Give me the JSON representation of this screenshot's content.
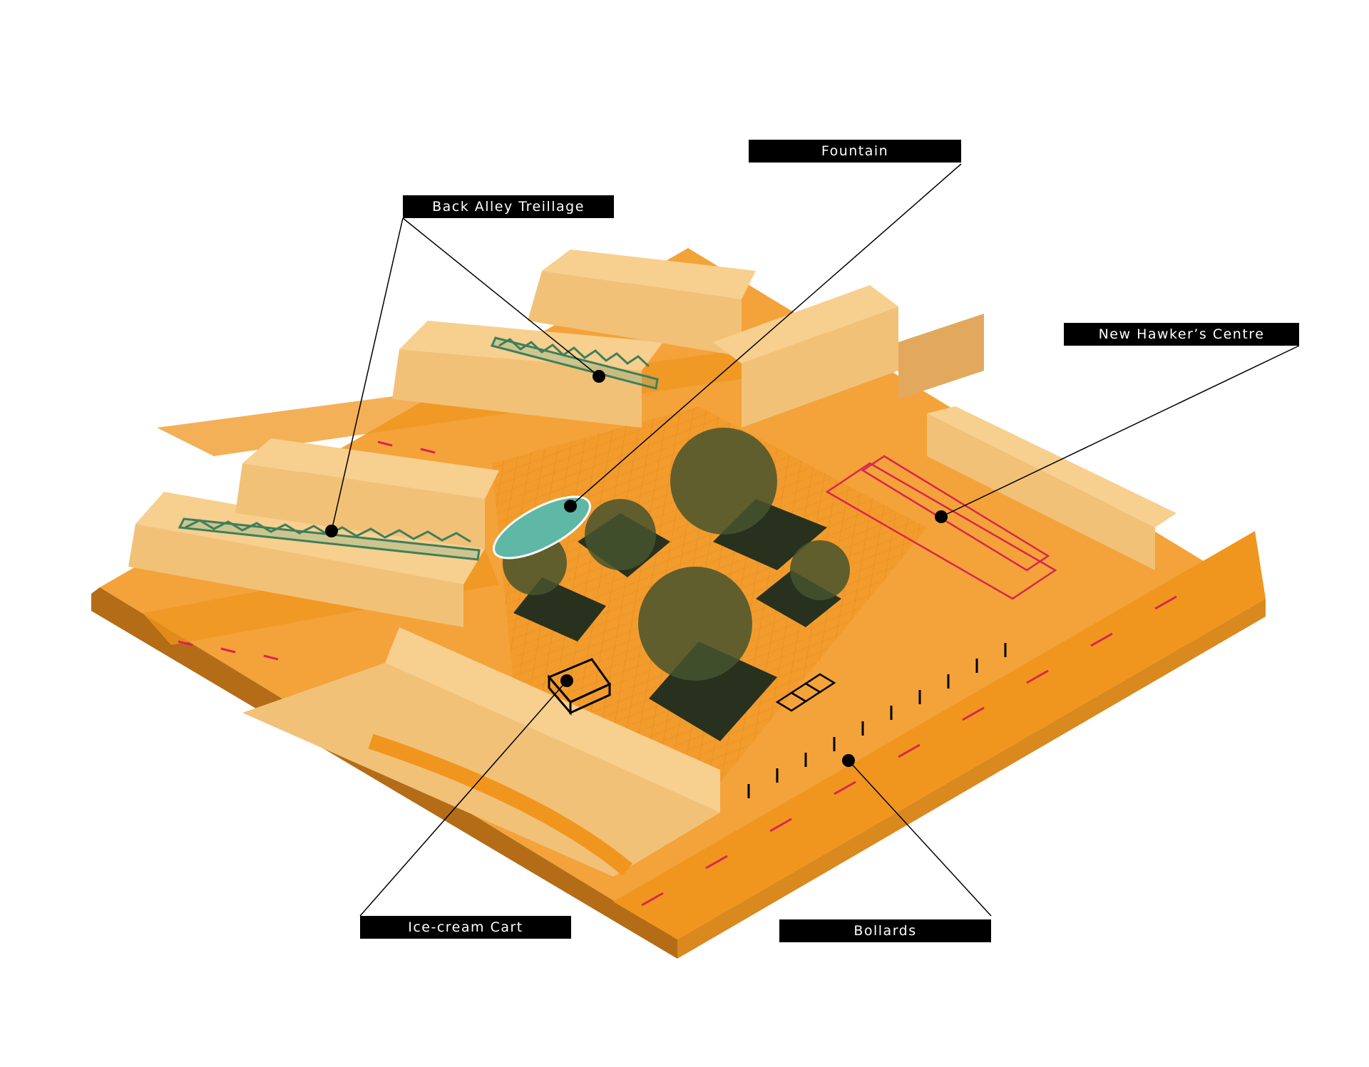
{
  "labels": {
    "fountain": "Fountain",
    "back_alley_treillage": "Back Alley Treillage",
    "new_hawkers_centre": "New Hawker’s Centre",
    "ice_cream_cart": "Ice-cream Cart",
    "bollards": "Bollards"
  },
  "colors": {
    "building": "#f2c178",
    "building_shade": "#e2a95e",
    "ground": "#f3a33a",
    "road": "#f0961f",
    "base_side": "#c87a1c",
    "tree_canopy": "#47542e",
    "tree_shadow": "#27311e",
    "fountain_water": "#5fb8a6",
    "treillage": "#3d7f5c",
    "road_marking": "#d9254f",
    "label_bg": "#000000",
    "label_text": "#ffffff"
  }
}
